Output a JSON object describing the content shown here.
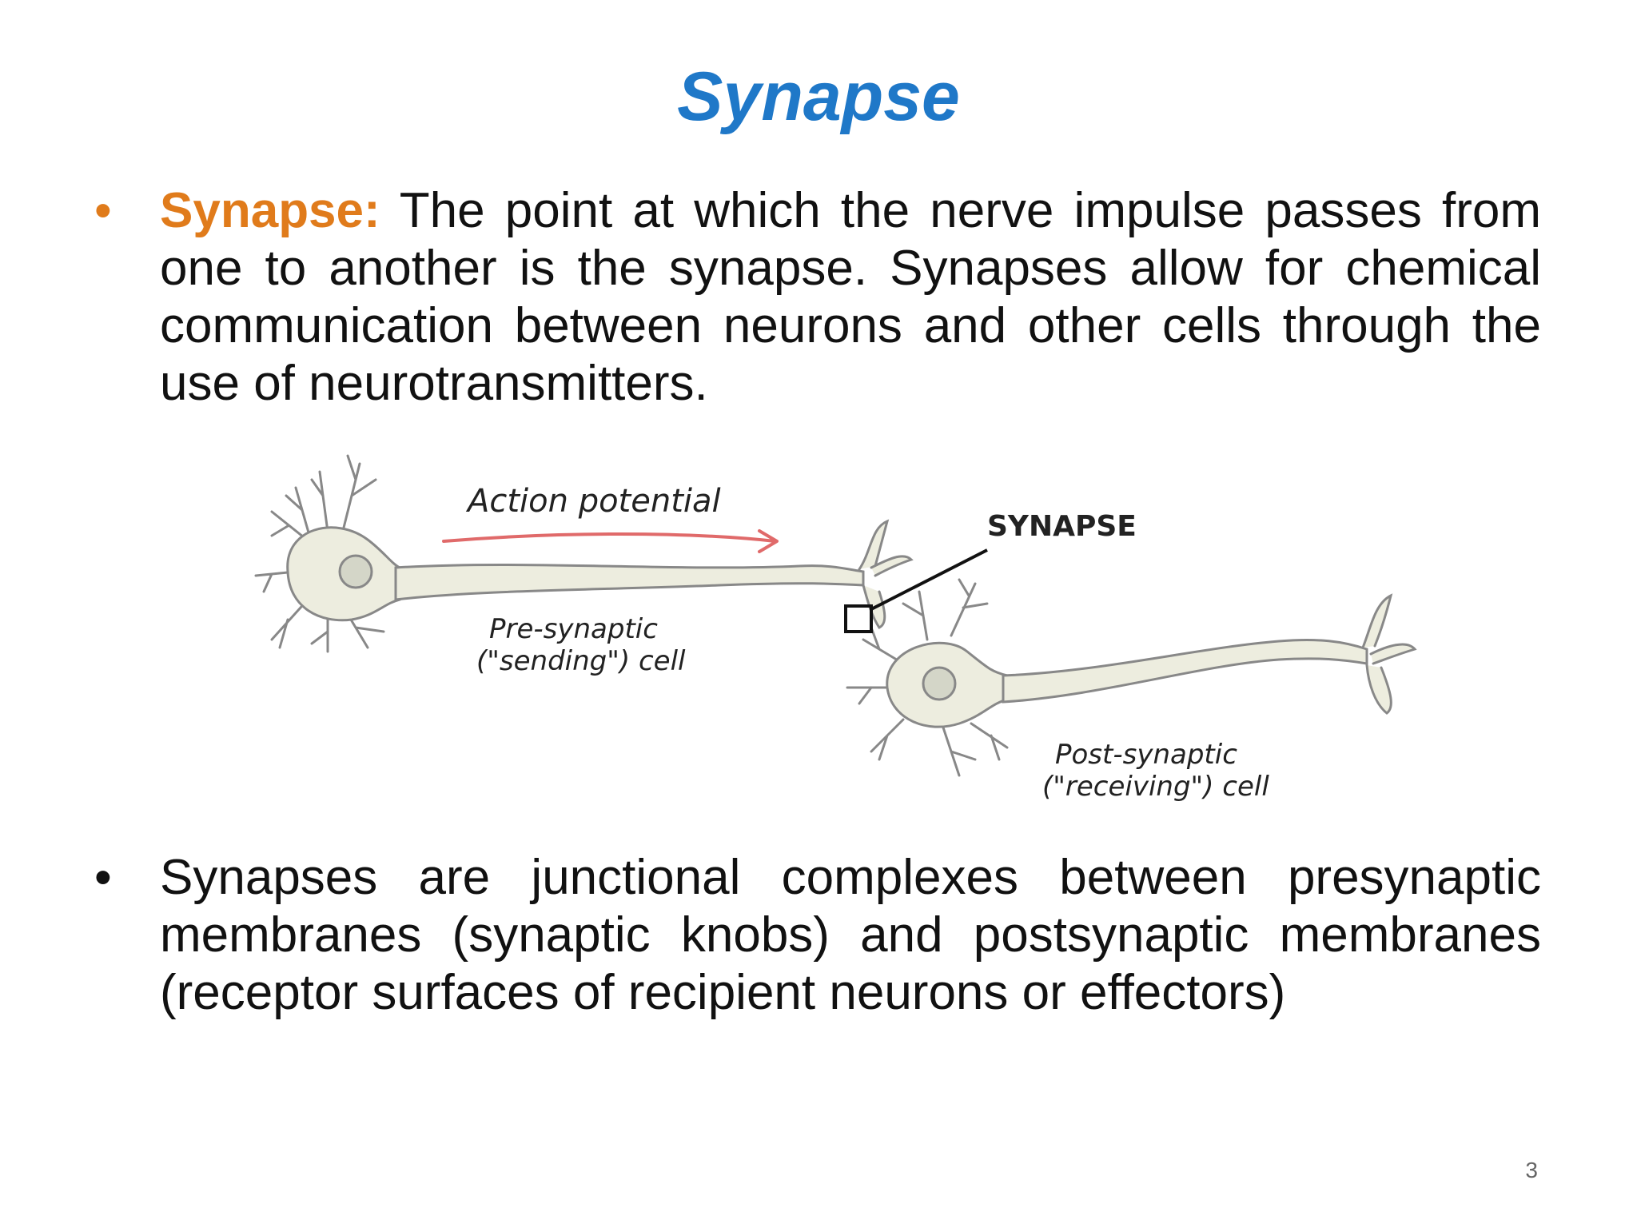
{
  "slide": {
    "title": "Synapse",
    "page_number": "3"
  },
  "bullets": [
    {
      "term": "Synapse:",
      "text": " The point at which the nerve impulse passes from one to another is the synapse. Synapses allow for chemical communication between neurons and other cells through the use of neurotransmitters."
    },
    {
      "term": "",
      "text": "Synapses are junctional complexes between presynaptic membranes (synaptic knobs) and postsynaptic membranes (receptor surfaces of recipient neurons or effectors)"
    }
  ],
  "figure": {
    "action_label": "Action potential",
    "synapse_label": "SYNAPSE",
    "pre_label_line1": "Pre-synaptic",
    "pre_label_line2": "(\"sending\") cell",
    "post_label_line1": "Post-synaptic",
    "post_label_line2": "(\"receiving\") cell",
    "colors": {
      "neuron_fill": "#ededdf",
      "neuron_stroke": "#888888",
      "nucleus_fill": "#d4d6c8",
      "arrow": "#e06a6a",
      "label_text": "#222222"
    }
  },
  "colors": {
    "title": "#1f78c8",
    "term": "#e07b1b",
    "body_text": "#111111"
  }
}
